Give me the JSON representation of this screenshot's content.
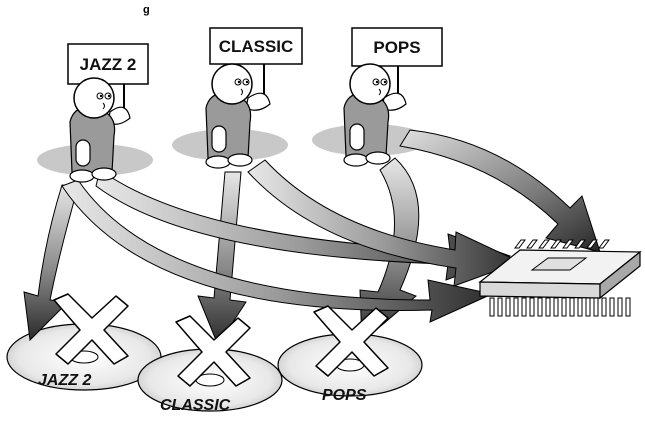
{
  "header": {
    "title": "g"
  },
  "characters": [
    {
      "id": "jazz",
      "sign_label": "JAZZ 2"
    },
    {
      "id": "classic",
      "sign_label": "CLASSIC"
    },
    {
      "id": "pops",
      "sign_label": "POPS"
    }
  ],
  "discs": [
    {
      "id": "jazz",
      "label": "JAZZ 2"
    },
    {
      "id": "classic",
      "label": "CLASSIC"
    },
    {
      "id": "pops",
      "label": "POPS"
    }
  ],
  "colors": {
    "outline": "#000000",
    "shadow": "#c8c8c8",
    "arrow_dark": "#3a3a3a",
    "arrow_light": "#d4d4d4",
    "background": "#ffffff"
  }
}
